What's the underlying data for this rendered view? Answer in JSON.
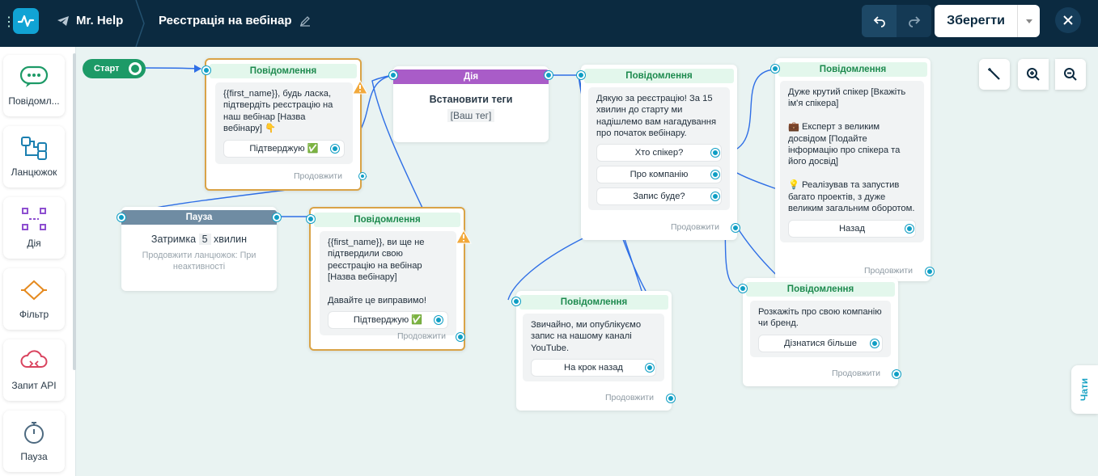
{
  "topbar": {
    "bot_name": "Mr. Help",
    "flow_title": "Реєстрація на вебінар",
    "save_label": "Зберегти"
  },
  "sidebar": {
    "items": [
      {
        "label": "Повідомл..."
      },
      {
        "label": "Ланцюжок"
      },
      {
        "label": "Дія"
      },
      {
        "label": "Фільтр"
      },
      {
        "label": "Запит API"
      },
      {
        "label": "Пауза"
      }
    ]
  },
  "start": {
    "label": "Старт"
  },
  "continue_label": "Продовжити",
  "nodes": {
    "msg1": {
      "header": "Повідомлення",
      "text": "{{first_name}}, будь ласка, підтвердіть реєстрацію на наш вебінар [Назва вебінару] 👇",
      "button": "Підтверджую ✅"
    },
    "action": {
      "header": "Дія",
      "title": "Встановити теги",
      "tag": "[Ваш тег]"
    },
    "pause": {
      "header": "Пауза",
      "delay_prefix": "Затримка",
      "delay_value": "5",
      "delay_unit": "хвилин",
      "note": "Продовжити ланцюжок: При неактивності"
    },
    "msg2": {
      "header": "Повідомлення",
      "text": "{{first_name}}, ви ще не підтвердили свою реєстрацію на вебінар [Назва вебінару]\n\nДавайте це виправимо!",
      "button": "Підтверджую ✅"
    },
    "msg3": {
      "header": "Повідомлення",
      "text": "Дякую за реєстрацію! За 15 хвилин до старту ми надішлемо вам нагадування про початок вебінару.",
      "buttons": [
        "Хто спікер?",
        "Про компанію",
        "Запис буде?"
      ]
    },
    "msg4": {
      "header": "Повідомлення",
      "text": "Звичайно, ми опублікуємо запис на нашому каналі YouTube.",
      "button": "На крок назад"
    },
    "msg5": {
      "header": "Повідомлення",
      "text": "Дуже крутий спікер [Вкажіть ім'я спікера]\n\n💼 Експерт з великим досвідом [Подайте інформацію про спікера та його досвід]\n\n💡 Реалізував та запустив багато проектів, з дуже великим загальним оборотом.",
      "button": "Назад"
    },
    "msg6": {
      "header": "Повідомлення",
      "text": "Розкажіть про свою компанію чи бренд.",
      "button": "Дізнатися більше"
    }
  },
  "chats_label": "Чати",
  "colors": {
    "topbar": "#0b2a40",
    "accent": "#0f9ec4",
    "message_header": "#1d8a4e",
    "action_header": "#a95cc8",
    "pause_header": "#6f8ca3",
    "warning": "#d9a347",
    "start": "#1d9a67",
    "canvas": "#e9f3f2"
  },
  "icons": [
    "activity-logo-icon",
    "telegram-icon",
    "edit-pencil-icon",
    "undo-icon",
    "redo-icon",
    "chevron-down-icon",
    "close-icon",
    "magic-wand-icon",
    "zoom-in-icon",
    "zoom-out-icon",
    "warning-icon"
  ]
}
